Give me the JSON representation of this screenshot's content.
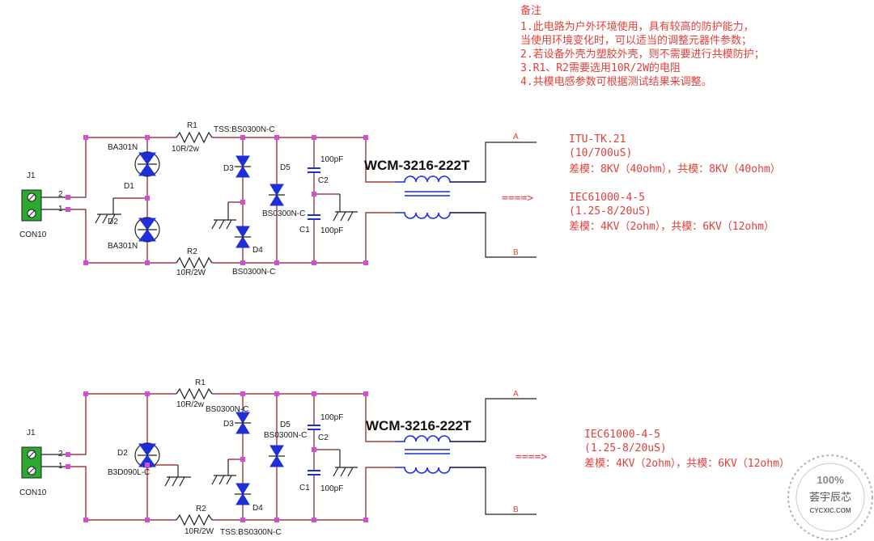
{
  "notes": {
    "title": "备注",
    "lines": [
      "1.此电路为户外环境使用，具有较高的防护能力，",
      "当使用环境变化时，可以适当的调整元器件参数；",
      "2.若设备外壳为塑胶外壳，则不需要进行共模防护；",
      "3.R1、R2需要选用10R/2W的电阻",
      "4.共模电感参数可根据测试结果来调整。"
    ]
  },
  "circuit1": {
    "j1": "J1",
    "con": "CON10",
    "pin2": "2",
    "pin1": "1",
    "r1": "R1",
    "r1_val": "10R/2w",
    "r2": "R2",
    "r2_val": "10R/2W",
    "d1_part": "BA301N",
    "d1": "D1",
    "d2": "D2",
    "d2_part": "BA301N",
    "tss": "TSS:BS0300N-C",
    "d3": "D3",
    "d4": "D4",
    "d4_part": "BS0300N-C",
    "d5": "D5",
    "d5_part": "BS0300N-C",
    "c2_val": "100pF",
    "c2": "C2",
    "c1": "C1",
    "c1_val": "100pF",
    "choke": "WCM-3216-222T",
    "out_a": "A",
    "out_b": "B",
    "arrow": "====>",
    "spec1": "ITU-TK.21",
    "spec2": "(10/700uS)",
    "spec3": "差模：8KV（40ohm），共模：8KV（40ohm）",
    "spec4": "IEC61000-4-5",
    "spec5": "(1.25-8/20uS)",
    "spec6": "差模：4KV（2ohm），共模：6KV（12ohm）"
  },
  "circuit2": {
    "j1": "J1",
    "con": "CON10",
    "pin2": "2",
    "pin1": "1",
    "r1": "R1",
    "r1_val": "10R/2w",
    "r2": "R2",
    "r2_val": "10R/2W",
    "d2": "D2",
    "d2_part": "B3D090L-C",
    "d3_part": "BS0300N-C",
    "d3": "D3",
    "d4": "D4",
    "d5": "D5",
    "d5_part": "BS0300N-C",
    "tss": "TSS:BS0300N-C",
    "c2_val": "100pF",
    "c2": "C2",
    "c1": "C1",
    "c1_val": "100pF",
    "choke": "WCM-3216-222T",
    "out_a": "A",
    "out_b": "B",
    "arrow": "====>",
    "spec1": "IEC61000-4-5",
    "spec2": "(1.25-8/20uS)",
    "spec3": "差模：4KV（2ohm），共模：6KV（12ohm）"
  },
  "watermark": {
    "percent": "100%",
    "name": "荟宇辰芯",
    "site": "CYCXIC.COM"
  }
}
